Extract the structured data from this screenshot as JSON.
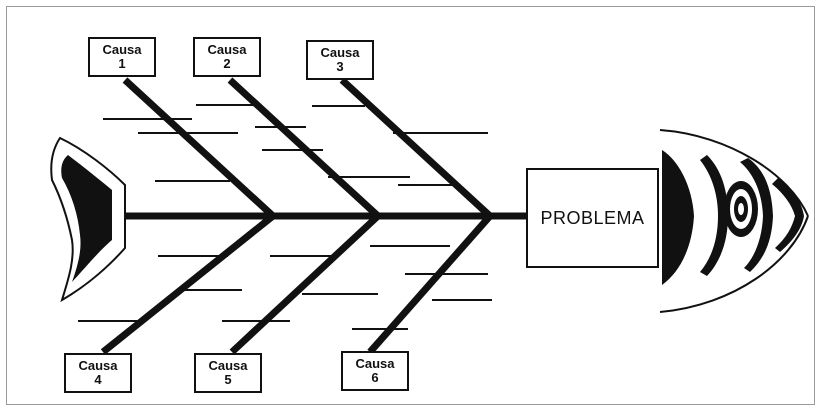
{
  "diagram": {
    "problem_label": "PROBLEMA",
    "causes": [
      {
        "title": "Causa",
        "number": "1"
      },
      {
        "title": "Causa",
        "number": "2"
      },
      {
        "title": "Causa",
        "number": "3"
      },
      {
        "title": "Causa",
        "number": "4"
      },
      {
        "title": "Causa",
        "number": "5"
      },
      {
        "title": "Causa",
        "number": "6"
      }
    ],
    "line_color": "#111111"
  }
}
